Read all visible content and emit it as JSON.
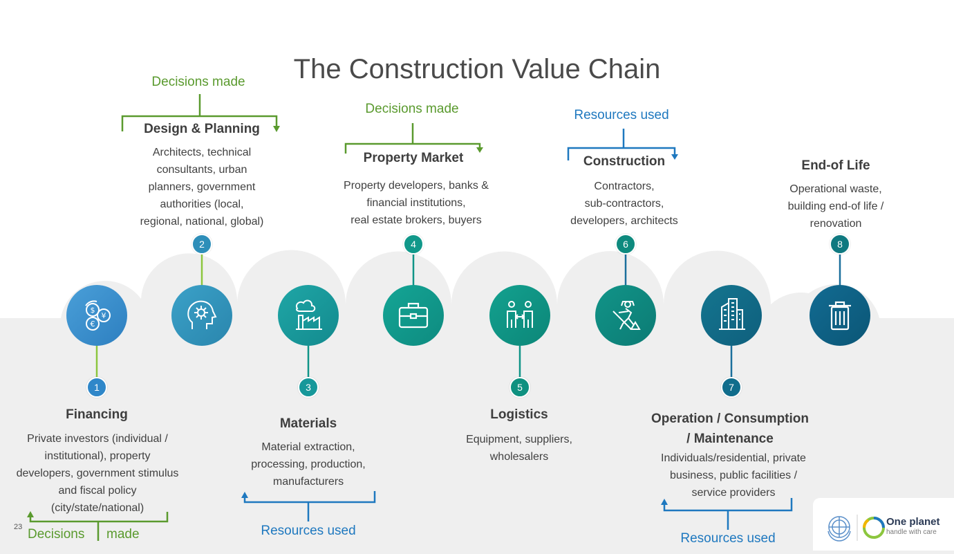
{
  "title": "The Construction Value Chain",
  "slide_number": "23",
  "colors": {
    "green": "#5a9a2e",
    "blue": "#1e78bf",
    "band": "#efefef",
    "teal": "#0f9487",
    "navy": "#146b8f"
  },
  "stages": [
    {
      "number": "1",
      "title": "Financing",
      "desc": [
        "Private investors (individual /",
        "institutional), property",
        "developers, government stimulus",
        "and fiscal policy",
        "(city/state/national)"
      ],
      "icon": "currency-exchange-icon"
    },
    {
      "number": "2",
      "title": "Design & Planning",
      "desc": [
        "Architects, technical",
        "consultants, urban",
        "planners, government",
        "authorities (local,",
        "regional, national, global)"
      ],
      "icon": "creative-mind-icon"
    },
    {
      "number": "3",
      "title": "Materials",
      "desc": [
        "Material extraction,",
        "processing, production,",
        "manufacturers"
      ],
      "icon": "factory-icon"
    },
    {
      "number": "4",
      "title": "Property Market",
      "desc": [
        "Property developers, banks &",
        "financial institutions,",
        "real estate brokers, buyers"
      ],
      "icon": "briefcase-icon"
    },
    {
      "number": "5",
      "title": "Logistics",
      "desc": [
        "Equipment, suppliers,",
        "wholesalers"
      ],
      "icon": "exchange-people-icon"
    },
    {
      "number": "6",
      "title": "Construction",
      "desc": [
        "Contractors,",
        "sub-contractors,",
        "developers, architects"
      ],
      "icon": "construction-worker-icon"
    },
    {
      "number": "7",
      "title_lines": [
        "Operation / Consumption",
        "/ Maintenance"
      ],
      "desc": [
        "Individuals/residential, private",
        "business, public facilities /",
        "service providers"
      ],
      "icon": "buildings-icon"
    },
    {
      "number": "8",
      "title": "End-of Life",
      "desc": [
        "Operational waste,",
        "building end-of life /",
        "renovation"
      ],
      "icon": "trash-bin-icon"
    }
  ],
  "brackets": {
    "decisions_top_2": "Decisions made",
    "decisions_top_4": "Decisions made",
    "resources_top_6": "Resources used",
    "decisions_bottom_1a": "Decisions",
    "decisions_bottom_1b": "made",
    "resources_bottom_3": "Resources used",
    "resources_bottom_7": "Resources used"
  },
  "logo": {
    "line1": "One planet",
    "line2": "handle with care",
    "un_icon": "un-emblem-icon",
    "planet_icon": "one-planet-icon"
  }
}
